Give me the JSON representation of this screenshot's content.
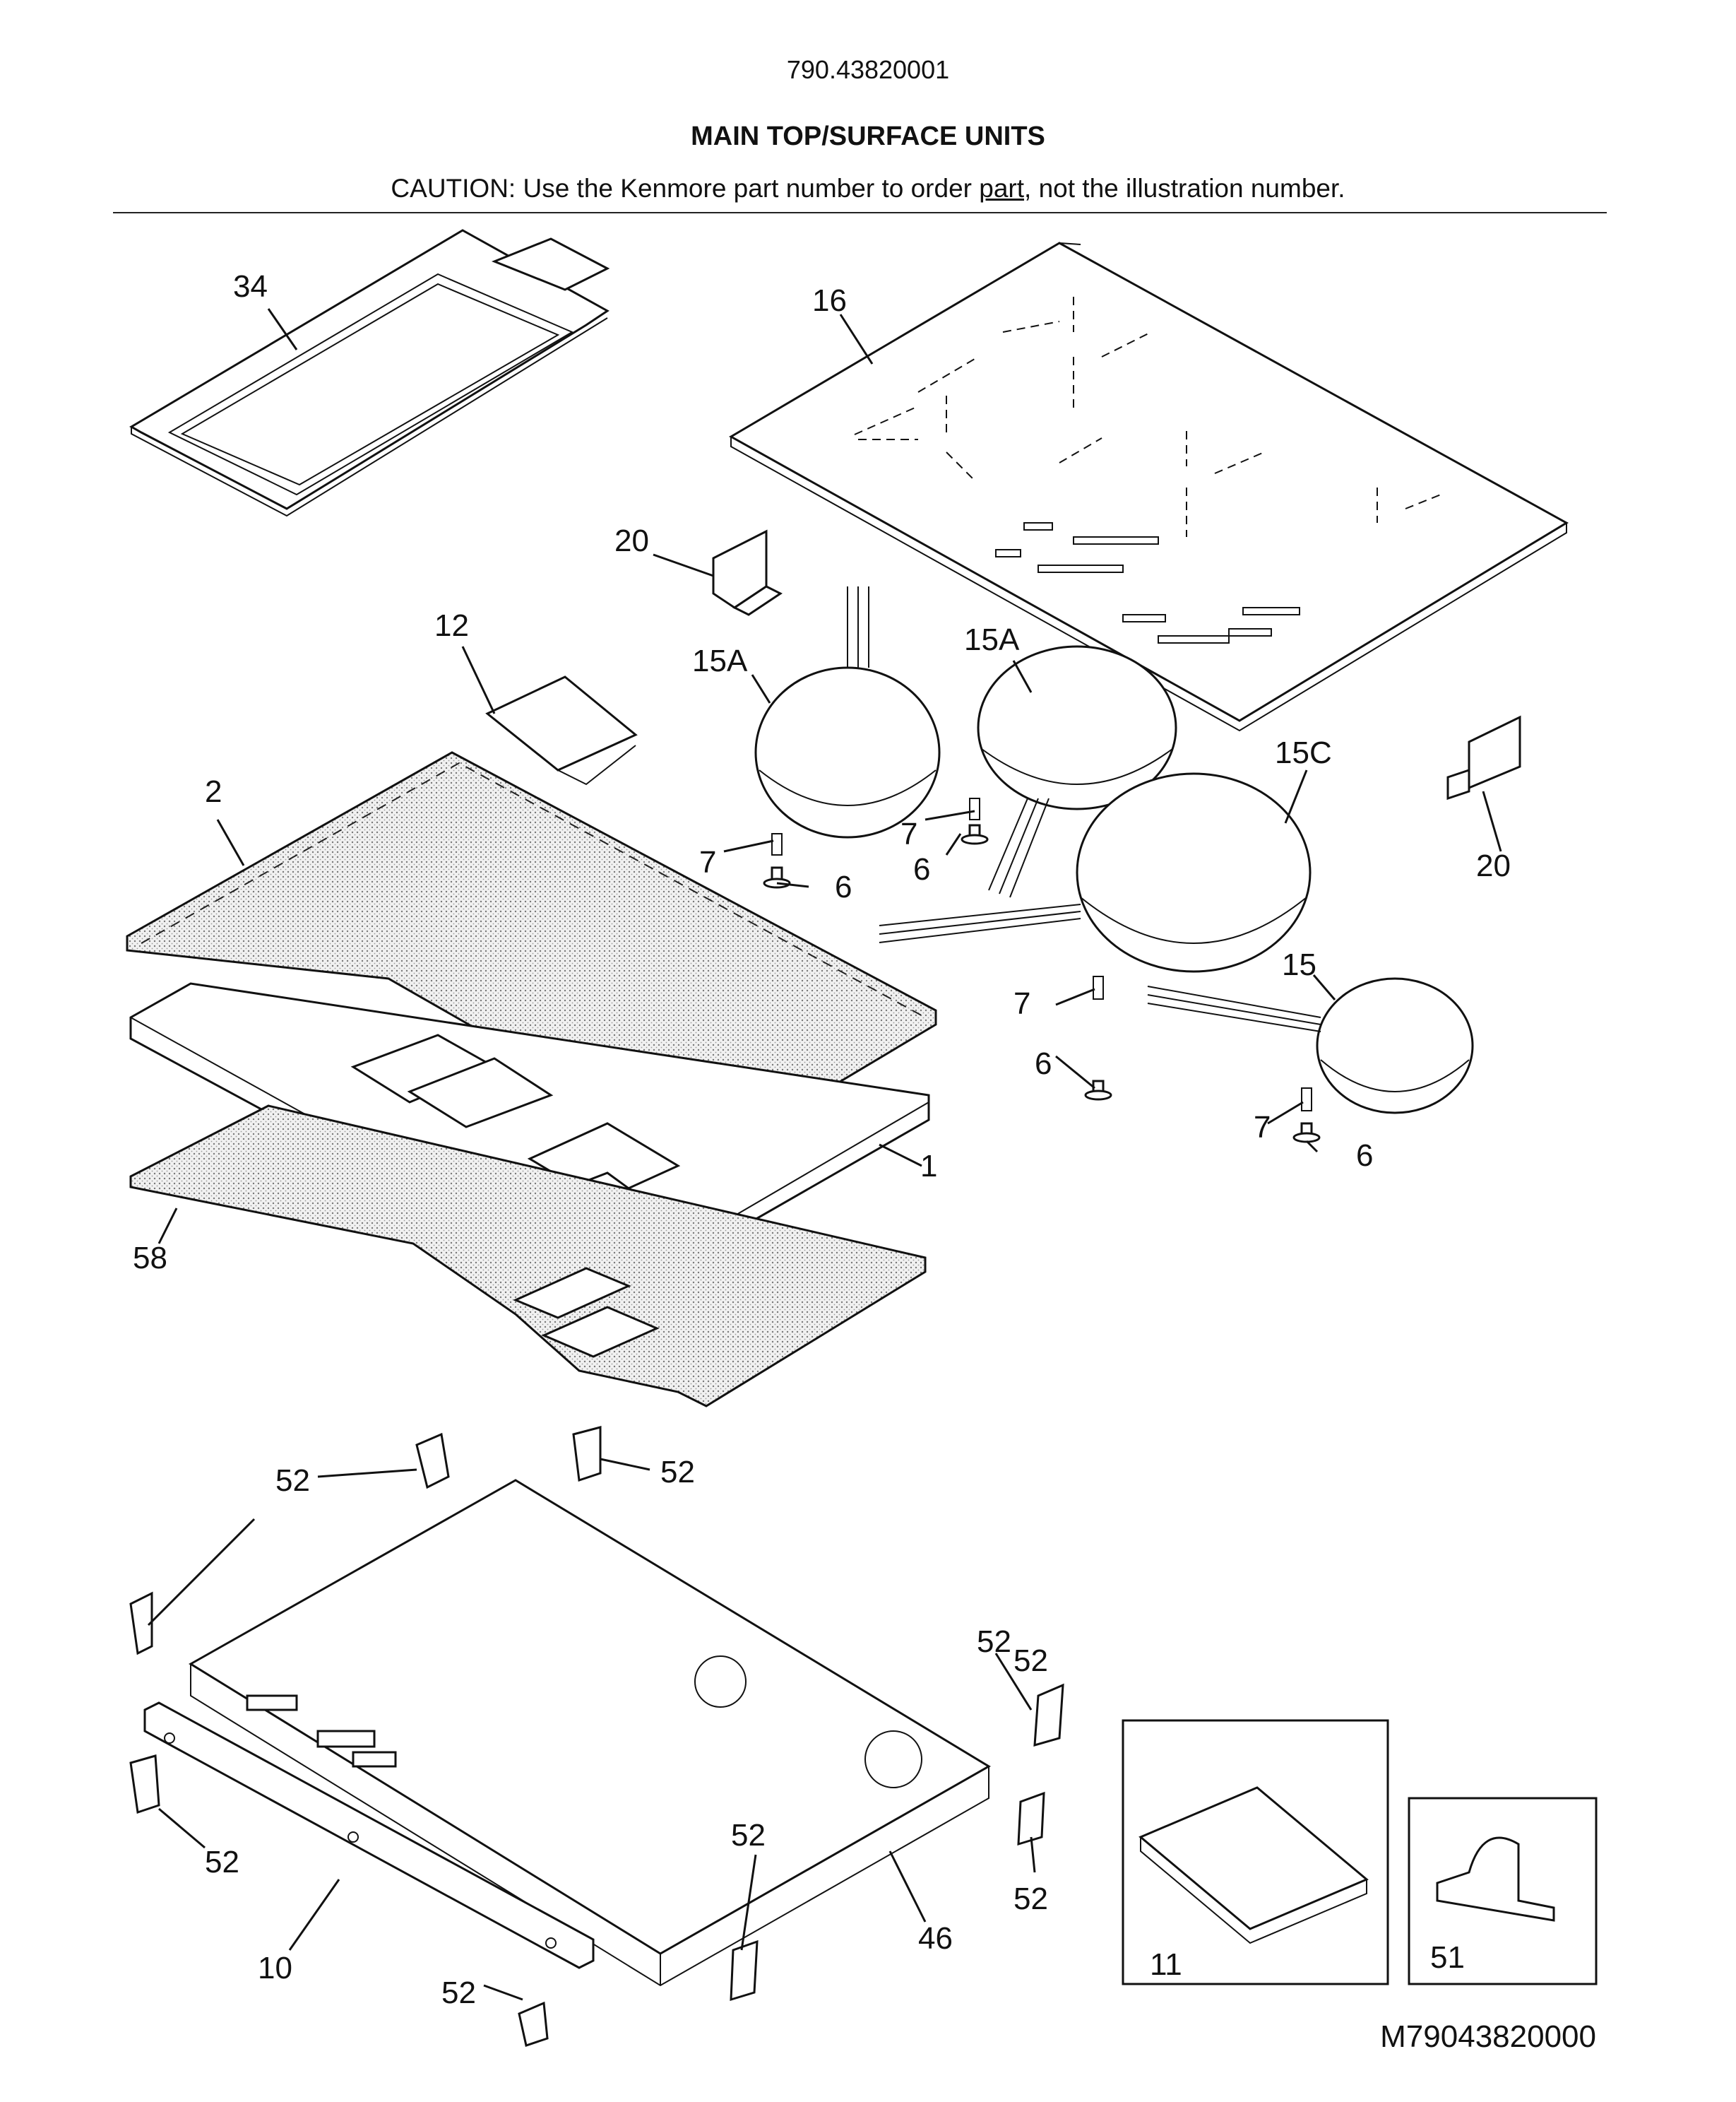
{
  "header": {
    "model_number": "790.43820001",
    "title": "MAIN TOP/SURFACE UNITS",
    "caution_prefix": "CAUTION: Use the Kenmore part number to order ",
    "caution_underlined": "part",
    "caution_suffix": ", not the illustration number."
  },
  "reference_code": "M79043820000",
  "callouts": {
    "c34": "34",
    "c16": "16",
    "c20a": "20",
    "c20b": "20",
    "c12": "12",
    "c15a_1": "15A",
    "c15a_2": "15A",
    "c15c": "15C",
    "c15": "15",
    "c2": "2",
    "c1": "1",
    "c58": "58",
    "c7_1": "7",
    "c6_1": "6",
    "c7_2": "7",
    "c6_2": "6",
    "c7_3": "7",
    "c6_3": "6",
    "c7_4": "7",
    "c6_4": "6",
    "c52_1": "52",
    "c52_2": "52",
    "c52_3": "52",
    "c52_4": "52",
    "c52_5": "52",
    "c52_6": "52",
    "c52_7": "52",
    "c52_8": "52",
    "c10": "10",
    "c46": "46",
    "c11": "11",
    "c51": "51"
  }
}
